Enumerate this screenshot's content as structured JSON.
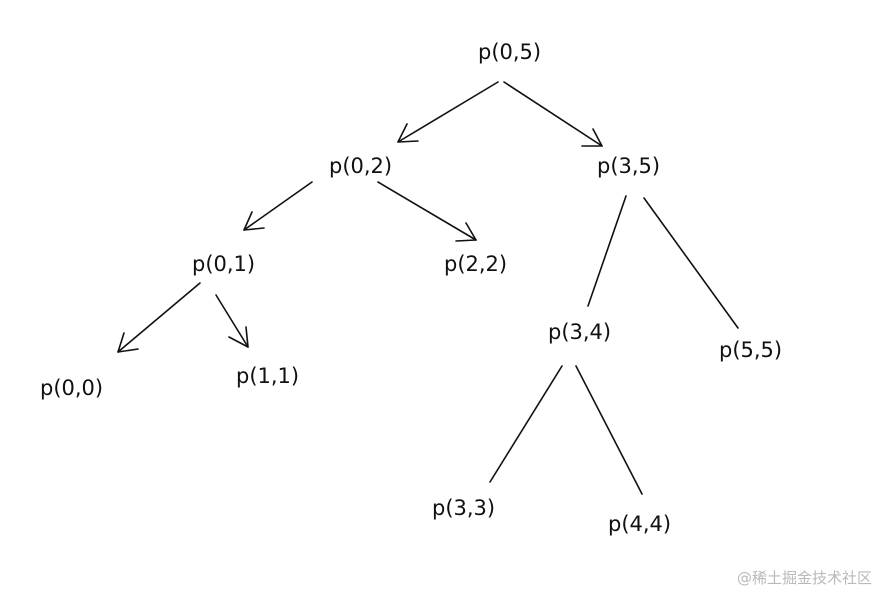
{
  "nodes": {
    "n05": "p(0,5)",
    "n02": "p(0,2)",
    "n35": "p(3,5)",
    "n01": "p(0,1)",
    "n22": "p(2,2)",
    "n34": "p(3,4)",
    "n55": "p(5,5)",
    "n00": "p(0,0)",
    "n11": "p(1,1)",
    "n33": "p(3,3)",
    "n44": "p(4,4)"
  },
  "watermark": "@稀土掘金技术社区"
}
